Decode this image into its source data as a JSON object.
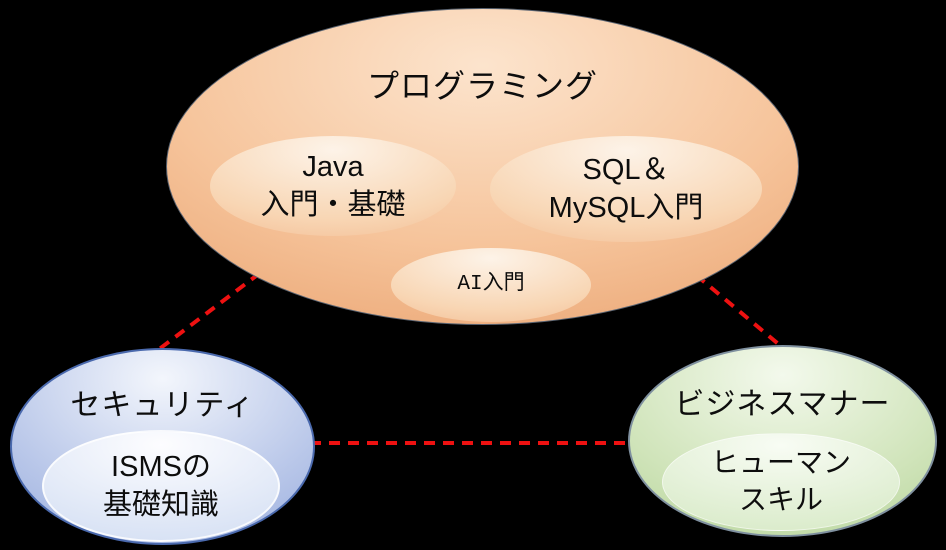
{
  "colors": {
    "background": "#000000",
    "connector-red": "#ee1111",
    "orange-border": "#5a6472",
    "orange-light": "#fce4cd",
    "orange-dark": "#e08a50",
    "orange-inner-light": "#fdf3e8",
    "orange-inner-dark": "#f1b083",
    "blue-border": "#4a69ad",
    "blue-light": "#f3f6fc",
    "blue-dark": "#7e97d3",
    "blue-inner-light": "#fdfdff",
    "blue-inner-dark": "#c9d7f0",
    "green-border": "#7f909f",
    "green-light": "#f3f9ec",
    "green-dark": "#a3c983",
    "green-inner-light": "#f8fcf4",
    "green-inner-dark": "#cfe5bb"
  },
  "diagram": {
    "programming": {
      "label": "プログラミング",
      "items": {
        "java": {
          "line1": "Java",
          "line2": "入門・基礎"
        },
        "sql": {
          "line1": "SQL＆",
          "line2": "MySQL入門"
        },
        "ai": {
          "label": "AI入門"
        }
      }
    },
    "security": {
      "label": "セキュリティ",
      "items": {
        "isms": {
          "line1": "ISMSの",
          "line2": "基礎知識"
        }
      }
    },
    "business": {
      "label": "ビジネスマナー",
      "items": {
        "human": {
          "line1": "ヒューマン",
          "line2": "スキル"
        }
      }
    }
  }
}
